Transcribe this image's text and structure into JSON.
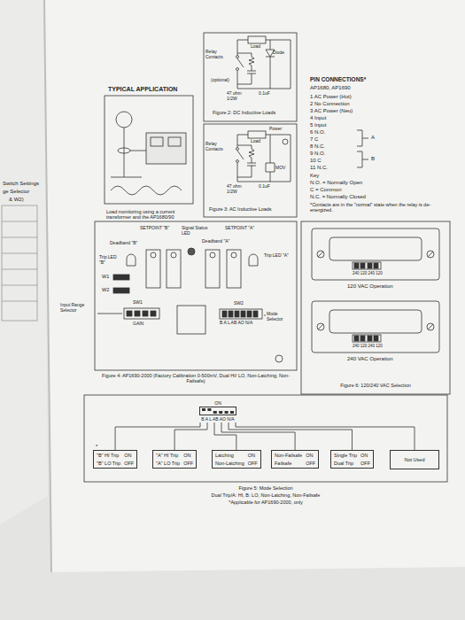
{
  "diagram": {
    "nodes": [
      {
        "text": [
          "ON",
          "B A L AB AO N/A"
        ]
      },
      {
        "text": [
          "\"B\" HI Trip",
          "ON",
          "\"B\" LO Trip",
          "OFF"
        ]
      },
      {
        "text": [
          "\"A\" HI Trip",
          "ON",
          "\"A\" LO Trip",
          "OFF"
        ]
      },
      {
        "text": [
          "Latching",
          "ON",
          "Non-Latching",
          "OFF"
        ]
      },
      {
        "text": [
          "Non-Failsafe",
          "ON",
          "Failsafe",
          "OFF"
        ]
      },
      {
        "text": [
          "Single Trip",
          "ON",
          "Dual Trip",
          "OFF"
        ]
      },
      {
        "text": [
          "Not Used"
        ]
      }
    ],
    "edges": [
      {
        "from": 0,
        "to": 1,
        "arrow": "none"
      },
      {
        "from": 0,
        "to": 2,
        "arrow": "none"
      },
      {
        "from": 0,
        "to": 3,
        "arrow": "none"
      },
      {
        "from": 0,
        "to": 4,
        "arrow": "none"
      },
      {
        "from": 0,
        "to": 5,
        "arrow": "none"
      },
      {
        "from": 0,
        "to": 6,
        "arrow": "none"
      }
    ],
    "labels": [
      "Switch Settings",
      "ge Selector",
      "& W2)",
      "TYPICAL APPLICATION",
      "Load monitoring using a current transformer and the AP1680/90",
      "Relay Contacts",
      "Diode",
      "Load",
      "(optional)",
      "47 ohm 1/2W",
      "0.1uF",
      "Figure 2: DC Inductive Loads",
      "Relay Contacts",
      "Power",
      "Load",
      "MOV",
      "47 ohm 1/2W",
      "0.1uF",
      "Figure 3: AC Inductive Loads",
      "PIN CONNECTIONS*",
      "AP1680, AP1690",
      "1 AC Power (Hot)",
      "2 No Connection",
      "3 AC Power (Neu)",
      "4 Input",
      "5 Input",
      "6 N.O.",
      "7 C",
      "8 N.C.",
      "9 N.O.",
      "10 C",
      "11 N.C.",
      "A",
      "B",
      "Key",
      "N.O. = Normally Open",
      "C = Common",
      "N.C. = Normally Closed",
      "*Contacts are in the \"normal\" state when the relay is de-energized.",
      "SETPOINT \"B\"",
      "Signal Status LED",
      "SETPOINT \"A\"",
      "Deadband \"B\"",
      "Deadband \"A\"",
      "Trip LED \"B\"",
      "Trip LED \"A\"",
      "W1",
      "W2",
      "SW1",
      "GAIN",
      "SW2",
      "B A L AB AO N/A",
      "Input Range Selector",
      "Mode Selector",
      "Figure 4: AP1690-2000 (Factory Calibration 0-500mV, Dual HI/ LO, Non-Latching, Non-Failsafe)",
      "240 120 240 120",
      "120 VAC Operation",
      "240 120 240 120",
      "240 VAC Operation",
      "Figure 6: 120/240 VAC Selection",
      "*",
      "Figure 5: Mode Selection",
      "Dual Trip/A: HI, B: LO, Non-Latching, Non-Failsafe",
      "*Applicable for AP1690-2000, only"
    ]
  }
}
